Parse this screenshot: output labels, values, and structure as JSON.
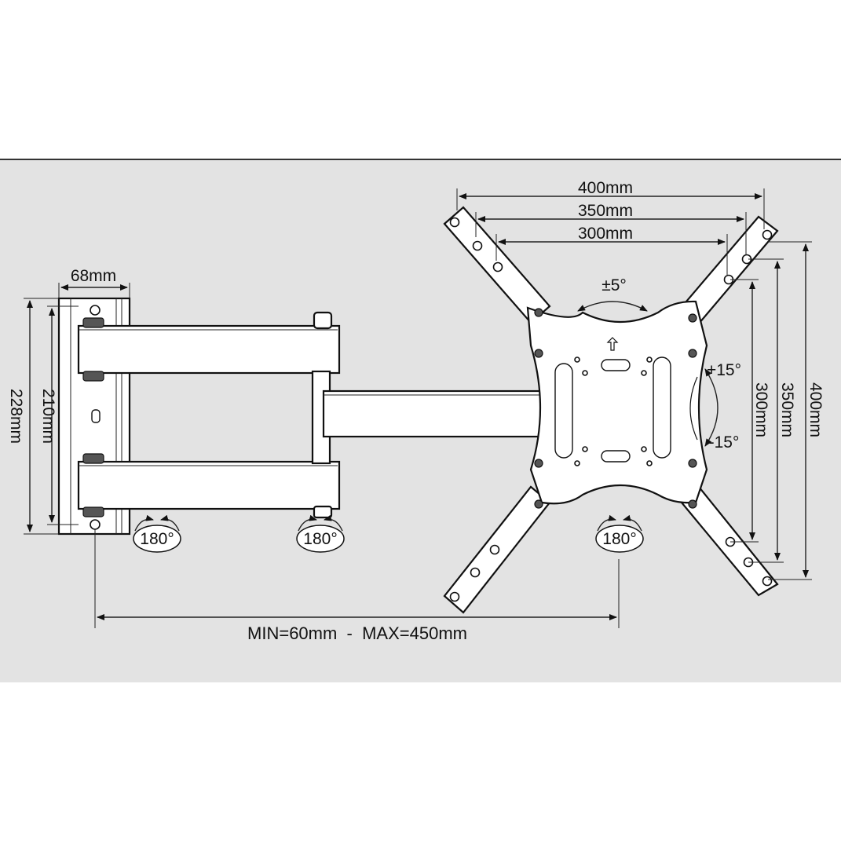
{
  "dimensions": {
    "wall_plate_width": "68mm",
    "wall_plate_inner_height": "210mm",
    "wall_plate_outer_height": "228mm",
    "vesa_width_400": "400mm",
    "vesa_width_350": "350mm",
    "vesa_width_300": "300mm",
    "vesa_height_300": "300mm",
    "vesa_height_350": "350mm",
    "vesa_height_400": "400mm",
    "extension": "MIN=60mm  -  MAX=450mm"
  },
  "rotation": {
    "swivel_wall": "180°",
    "swivel_middle": "180°",
    "swivel_head": "180°",
    "level_adjust": "±5°",
    "tilt_up": "+15°",
    "tilt_down": "-15°"
  },
  "colors": {
    "panel_background": "#e3e3e3",
    "line": "#111111",
    "part_fill": "#ffffff"
  }
}
